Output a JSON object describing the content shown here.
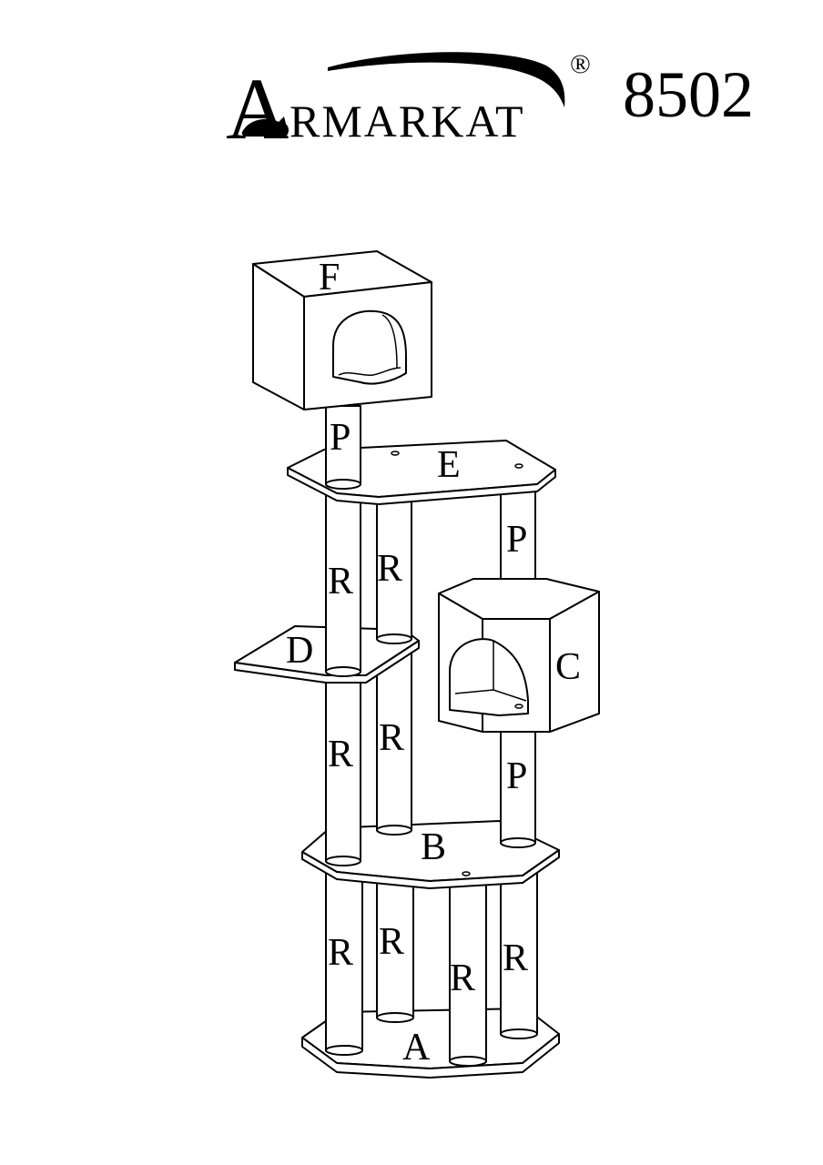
{
  "brand": {
    "first_letter": "A",
    "rest": "RMARKAT",
    "registered": "®"
  },
  "model_number": "8502",
  "parts": {
    "F": "F",
    "P_top": "P",
    "E": "E",
    "R_e1": "R",
    "R_e2": "R",
    "P_c_top": "P",
    "D": "D",
    "C": "C",
    "R_d1": "R",
    "R_d2": "R",
    "P_c_bottom": "P",
    "B": "B",
    "R_a1": "R",
    "R_a2": "R",
    "R_a3": "R",
    "R_a4": "R",
    "A": "A"
  },
  "colors": {
    "line": "#000000",
    "fill": "#ffffff"
  }
}
